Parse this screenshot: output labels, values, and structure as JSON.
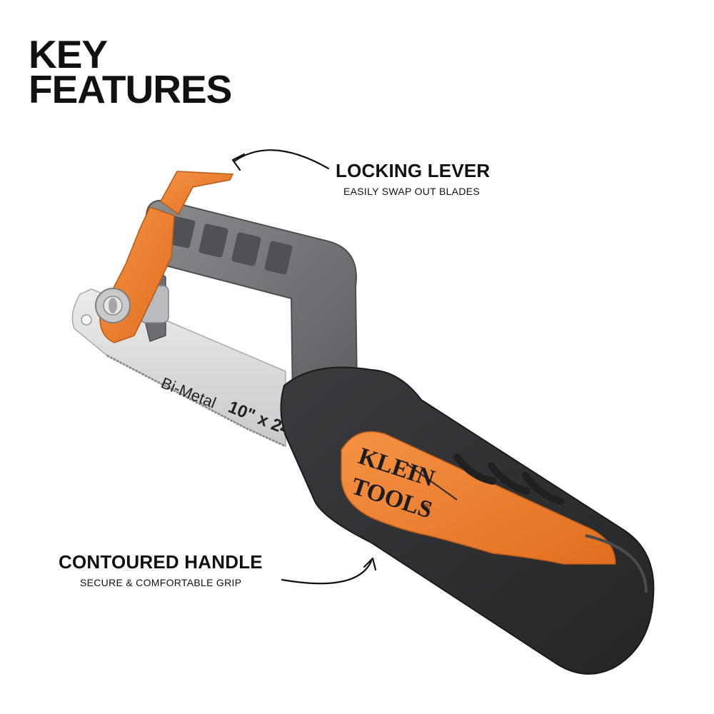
{
  "headline": {
    "line1": "KEY",
    "line2": "FEATURES"
  },
  "callouts": [
    {
      "title": "LOCKING LEVER",
      "subtitle": "EASILY SWAP OUT BLADES"
    },
    {
      "title": "CONTOURED HANDLE",
      "subtitle": "SECURE & COMFORTABLE GRIP"
    }
  ],
  "blade": {
    "material_label": "Bi-Metal",
    "size_label": "10\" x 24"
  },
  "brand": {
    "line1": "KLEIN",
    "line2": "TOOLS",
    "registered_mark": "®"
  },
  "colors": {
    "accent_orange": "#f07f2e",
    "frame_gray": "#6e7073",
    "grip_black": "#2c2d2f",
    "blade_silver": "#dcdcdc",
    "text": "#111111"
  },
  "icons": [
    "arrow-to-lever-icon",
    "arrow-to-handle-icon"
  ]
}
